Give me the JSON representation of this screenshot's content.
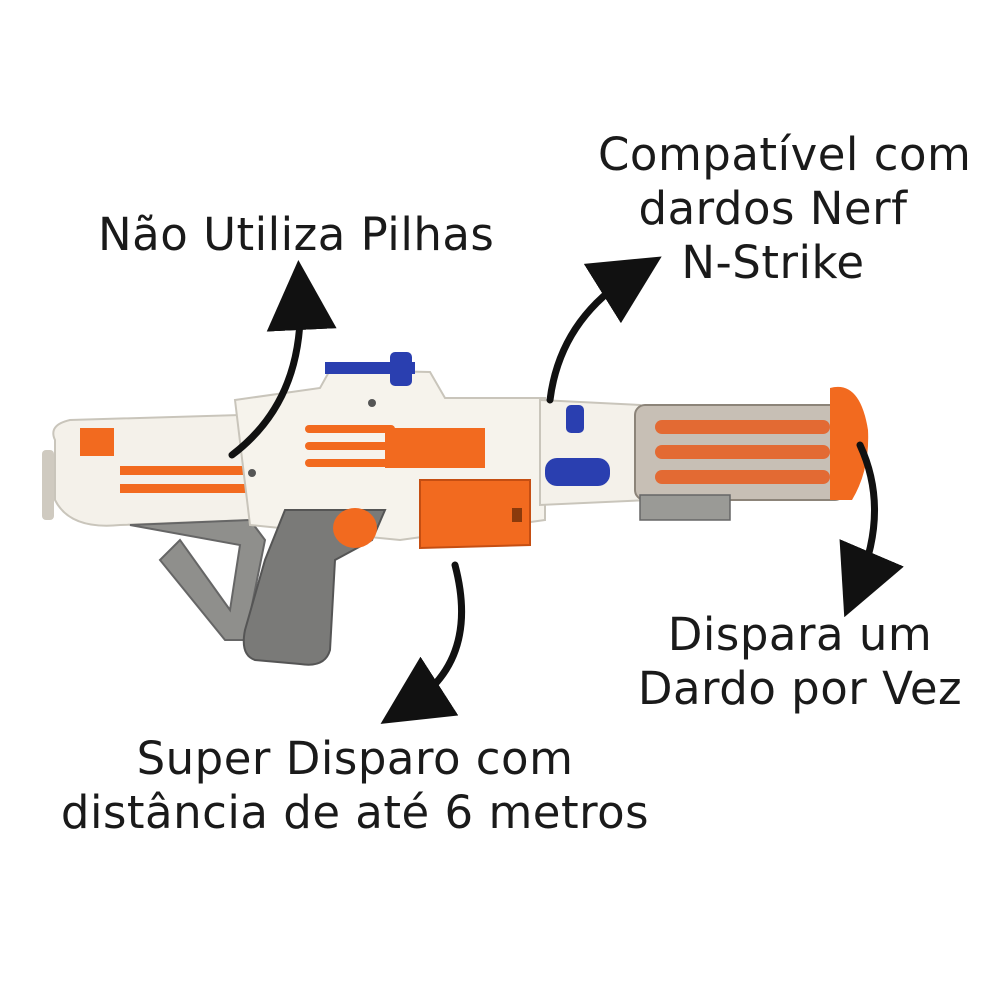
{
  "callouts": {
    "no_batteries": "Não Utiliza Pilhas",
    "compatible_line1": "Compatível com",
    "compatible_line2": "dardos Nerf",
    "compatible_line3": "N-Strike",
    "single_shot_line1": "Dispara um",
    "single_shot_line2": "Dardo por Vez",
    "range_line1": "Super Disparo com",
    "range_line2": "distância de até 6 metros"
  },
  "colors": {
    "body_white": "#f4f1ea",
    "accent_orange": "#f26a1f",
    "accent_blue": "#2a3fb0",
    "grip_gray": "#7a7a78",
    "text": "#1a1a1a"
  }
}
